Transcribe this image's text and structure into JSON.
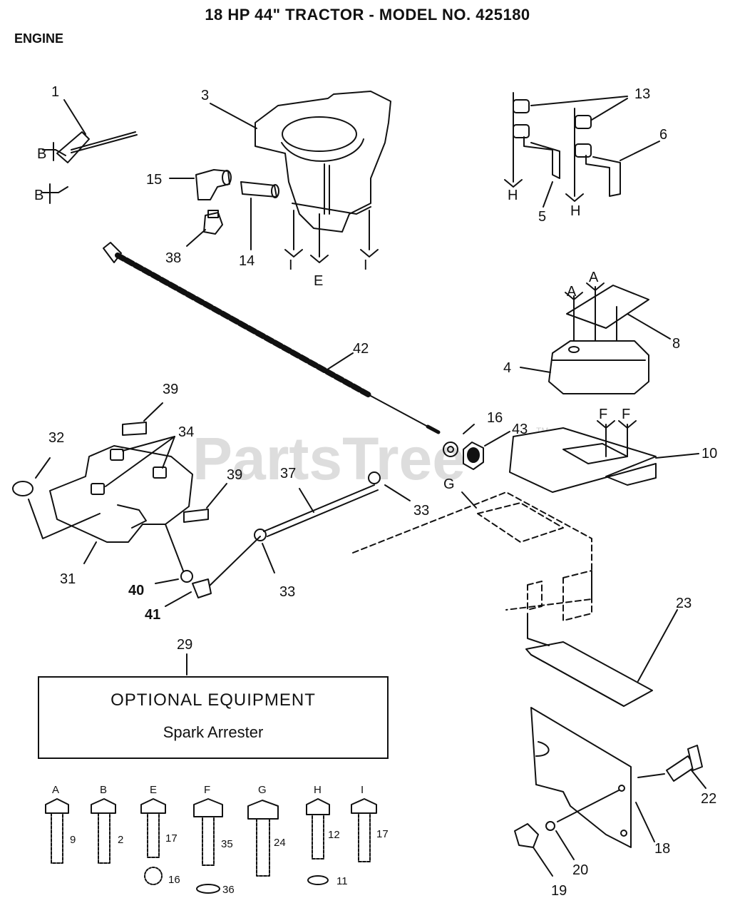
{
  "title": "18 HP 44\" TRACTOR - MODEL NO. 425180",
  "section": "ENGINE",
  "watermark": "PartsTree",
  "watermark_tm": "TM",
  "optional_box": {
    "callout": "29",
    "title": "OPTIONAL EQUIPMENT",
    "subtitle": "Spark Arrester"
  },
  "callouts": {
    "c1": "1",
    "c3": "3",
    "c13": "13",
    "c6": "6",
    "c15": "15",
    "c14": "14",
    "c38": "38",
    "c5": "5",
    "c42": "42",
    "c8": "8",
    "c4": "4",
    "c39a": "39",
    "c39b": "39",
    "c32": "32",
    "c34": "34",
    "c16": "16",
    "c43": "43",
    "c10": "10",
    "c37": "37",
    "c33a": "33",
    "c33b": "33",
    "c31": "31",
    "c40": "40",
    "c41": "41",
    "c23": "23",
    "c22": "22",
    "c18": "18",
    "c20": "20",
    "c19": "19"
  },
  "letters": {
    "b1": "B",
    "b2": "B",
    "i1": "I",
    "e1": "E",
    "i2": "I",
    "h1": "H",
    "h2": "H",
    "a1": "A",
    "a2": "A",
    "f1": "F",
    "f2": "F",
    "g1": "G"
  },
  "fasteners": [
    {
      "letter": "A",
      "part": "9",
      "extra": ""
    },
    {
      "letter": "B",
      "part": "2",
      "extra": ""
    },
    {
      "letter": "E",
      "part": "17",
      "extra": "16"
    },
    {
      "letter": "F",
      "part": "35",
      "extra": "36"
    },
    {
      "letter": "G",
      "part": "24",
      "extra": ""
    },
    {
      "letter": "H",
      "part": "12",
      "extra": "11"
    },
    {
      "letter": "I",
      "part": "17",
      "extra": ""
    }
  ]
}
